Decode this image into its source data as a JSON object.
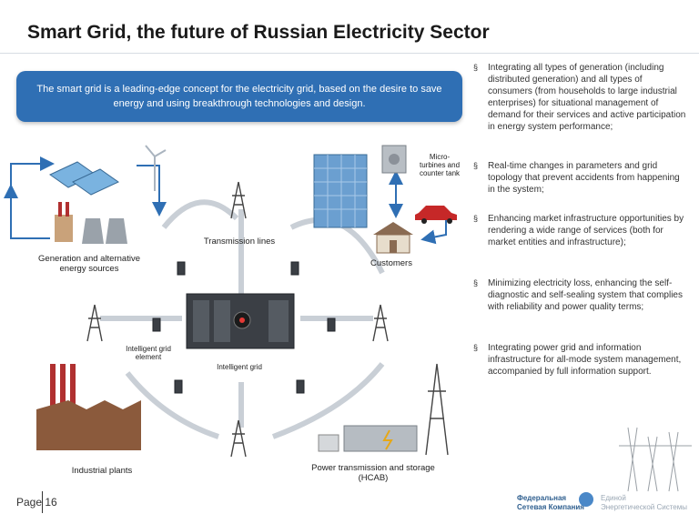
{
  "title": "Smart Grid, the future of Russian Electricity Sector",
  "intro": "The smart grid is a leading-edge concept for the electricity grid, based on the desire to save energy and using breakthrough technologies and design.",
  "bullets": [
    {
      "mark": "§",
      "text": "Integrating all types of generation (including distributed generation) and all types of consumers (from households to large industrial enterprises) for situational management of demand for their services and active participation in energy system performance;"
    },
    {
      "mark": "§",
      "text": "Real-time changes in parameters and grid topology that prevent accidents from happening in the system;"
    },
    {
      "mark": "§",
      "text": "Enhancing market infrastructure opportunities by rendering a wide range of services (both for market entities and infrastructure);"
    },
    {
      "mark": "§",
      "text": "Minimizing electricity loss, enhancing the self-diagnostic and self-sealing system that complies with reliability and power quality terms;"
    },
    {
      "mark": "§",
      "text": "Integrating power grid and information infrastructure for all-mode system management, accompanied by full information support."
    }
  ],
  "diagram": {
    "micro_line1": "Micro-",
    "micro_line2": "turbines and",
    "micro_line3": "counter tank",
    "transmission_lines": "Transmission lines",
    "generation_line1": "Generation and alternative",
    "generation_line2": "energy sources",
    "customers": "Customers",
    "intelligent_element_line1": "Intelligent grid",
    "intelligent_element_line2": "element",
    "intelligent_grid": "Intelligent grid",
    "industrial_plants": "Industrial plants",
    "power_storage_line1": "Power transmission and storage",
    "power_storage_line2": "(HCAB)"
  },
  "footer": {
    "page": "Page 16",
    "logo1_line1": "Федеральная",
    "logo1_line2": "Сетевая Компания",
    "logo2_line1": "Единой",
    "logo2_line2": "Энергетической Системы"
  },
  "colors": {
    "accent": "#2f6fb4",
    "arrow": "#2f6fb4"
  }
}
